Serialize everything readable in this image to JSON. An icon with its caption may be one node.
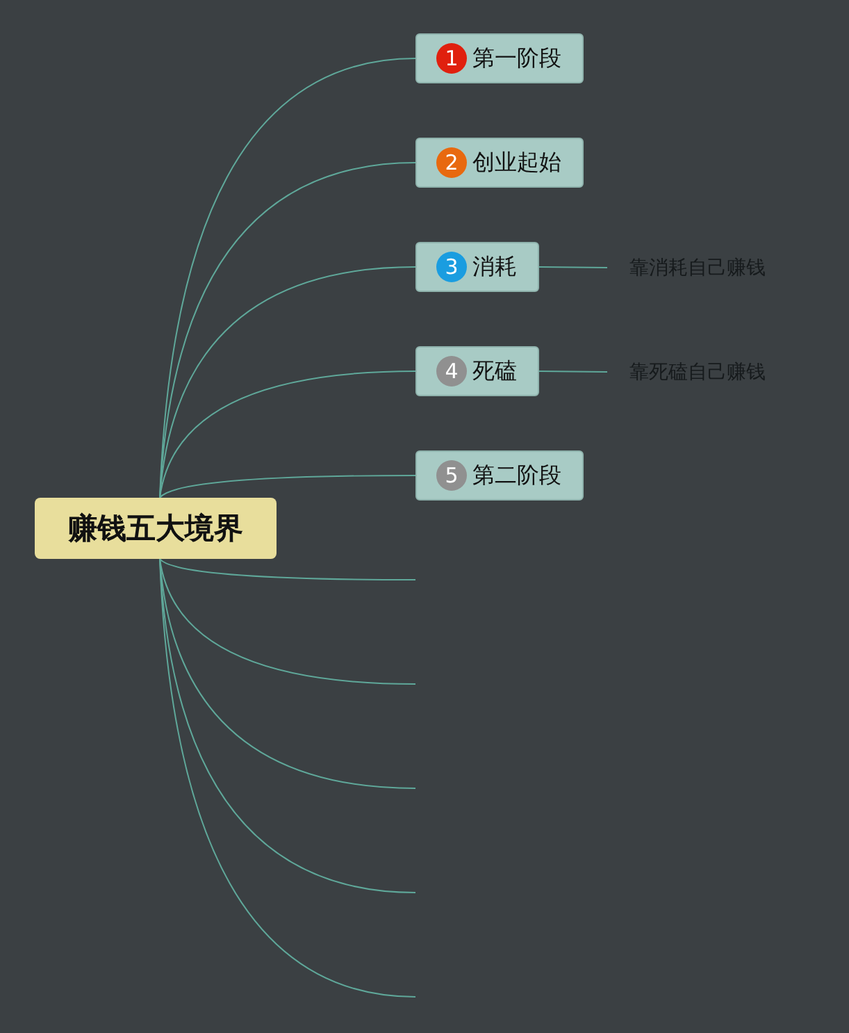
{
  "diagram": {
    "nodes": [
      {
        "text": [
          "赚钱五大境界"
        ]
      },
      {
        "text": [
          "1",
          "第一阶段"
        ]
      },
      {
        "text": [
          "2",
          "创业起始"
        ]
      },
      {
        "text": [
          "3",
          "消耗"
        ]
      },
      {
        "text": [
          "4",
          "死磕"
        ]
      },
      {
        "text": [
          "5",
          "第二阶段"
        ]
      },
      {
        "text": [
          "靠消耗自己赚钱"
        ]
      },
      {
        "text": [
          "靠死磕自己赚钱"
        ]
      }
    ],
    "edges": [
      {
        "from": 0,
        "to": 1,
        "arrow": "none"
      },
      {
        "from": 0,
        "to": 2,
        "arrow": "none"
      },
      {
        "from": 0,
        "to": 3,
        "arrow": "none"
      },
      {
        "from": 0,
        "to": 4,
        "arrow": "none"
      },
      {
        "from": 0,
        "to": 5,
        "arrow": "none"
      },
      {
        "from": 3,
        "to": 6,
        "arrow": "none"
      },
      {
        "from": 4,
        "to": 7,
        "arrow": "none"
      },
      {
        "from": 0,
        "to": null,
        "arrow": "none"
      },
      {
        "from": 0,
        "to": null,
        "arrow": "none"
      },
      {
        "from": 0,
        "to": null,
        "arrow": "none"
      },
      {
        "from": 0,
        "to": null,
        "arrow": "none"
      },
      {
        "from": 0,
        "to": null,
        "arrow": "none"
      }
    ]
  }
}
